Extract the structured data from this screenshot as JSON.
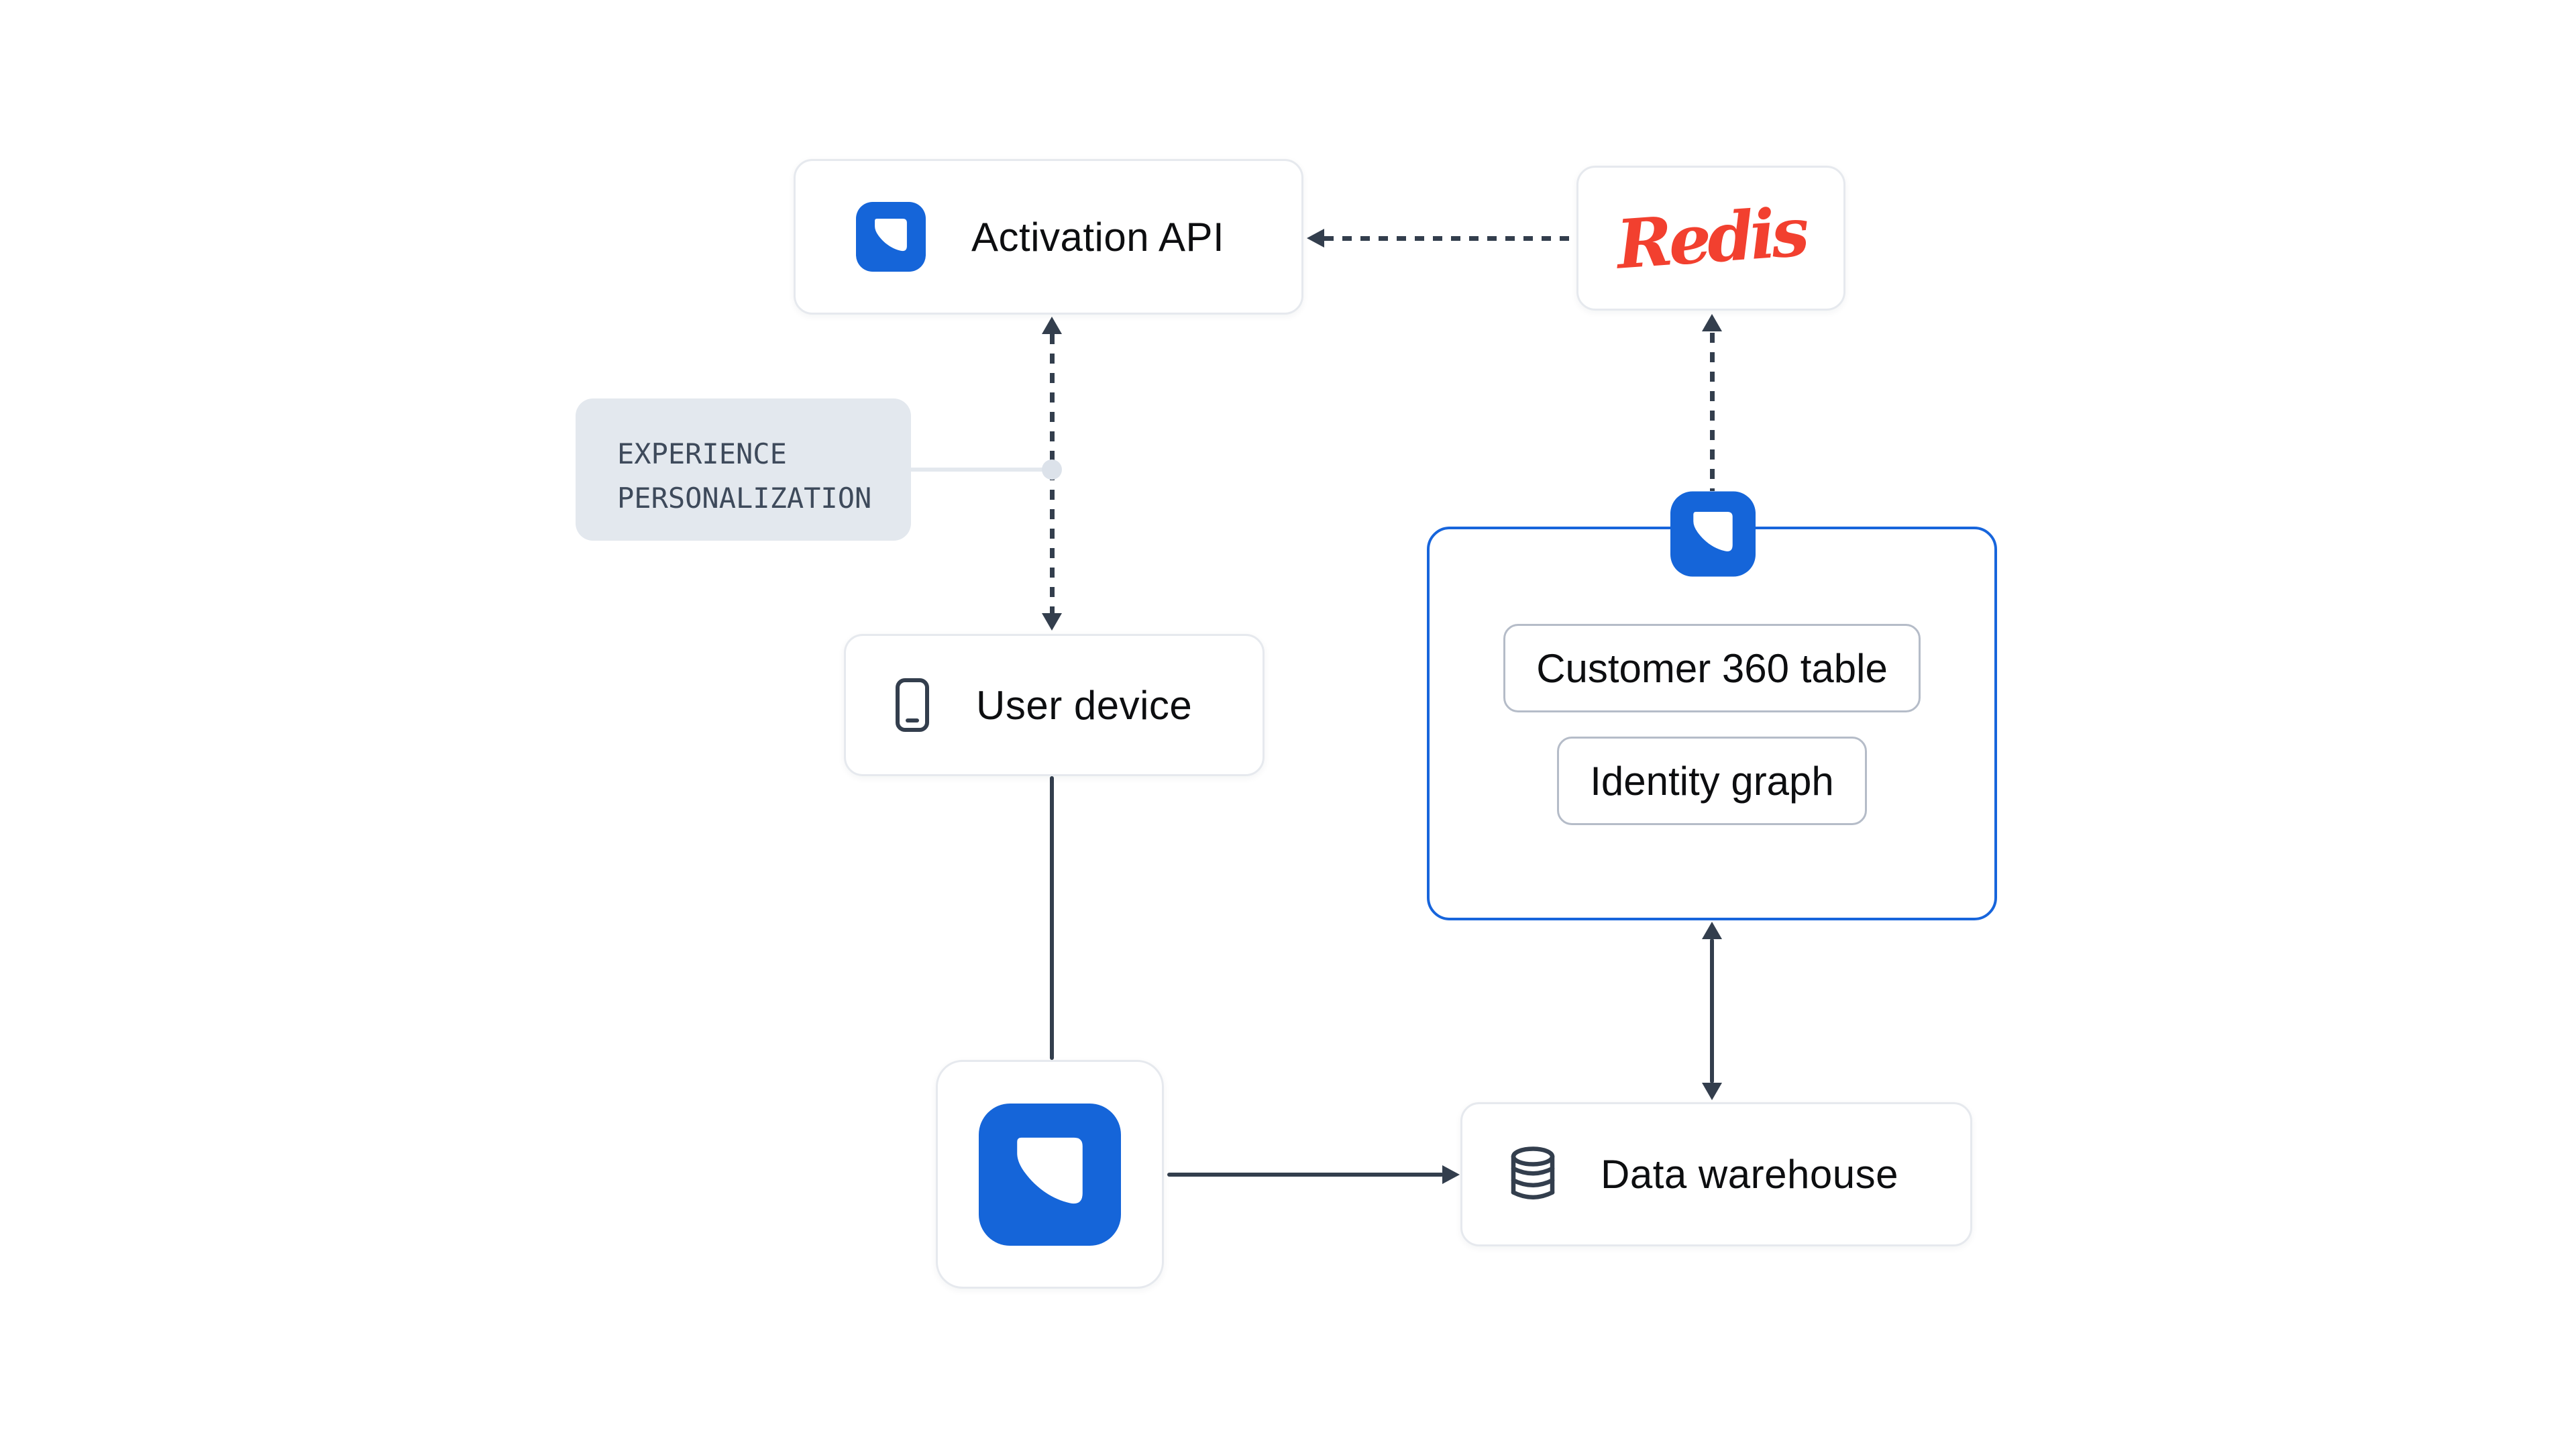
{
  "diagram": {
    "title_context": "experience personalization data flow",
    "nodes": {
      "activation_api": {
        "label": "Activation API"
      },
      "redis": {
        "label": "Redis"
      },
      "experience_tag": {
        "line1": "EXPERIENCE",
        "line2": "PERSONALIZATION"
      },
      "user_device": {
        "label": "User device"
      },
      "brand_logo_node": {
        "label": ""
      },
      "data_warehouse": {
        "label": "Data warehouse"
      },
      "customer_platform": {
        "chips": [
          {
            "label": "Customer 360 table"
          },
          {
            "label": "Identity graph"
          }
        ]
      }
    },
    "icons": {
      "brand": "brand-logo-icon",
      "user_device": "smartphone-icon",
      "data_warehouse": "database-icon",
      "redis": "redis-logotype"
    },
    "colors": {
      "brand_blue": "#1565D9",
      "platform_border_blue": "#1765DC",
      "redis_red": "#F2402F",
      "arrow_slate": "#333E4D",
      "card_border": "#E6E9EE",
      "tag_background": "#E3E8EE",
      "tag_text": "#3E4A5B",
      "chip_border": "#B5BCC8",
      "junction_dot": "#DCE2EA",
      "text": "#0D0E10"
    }
  }
}
